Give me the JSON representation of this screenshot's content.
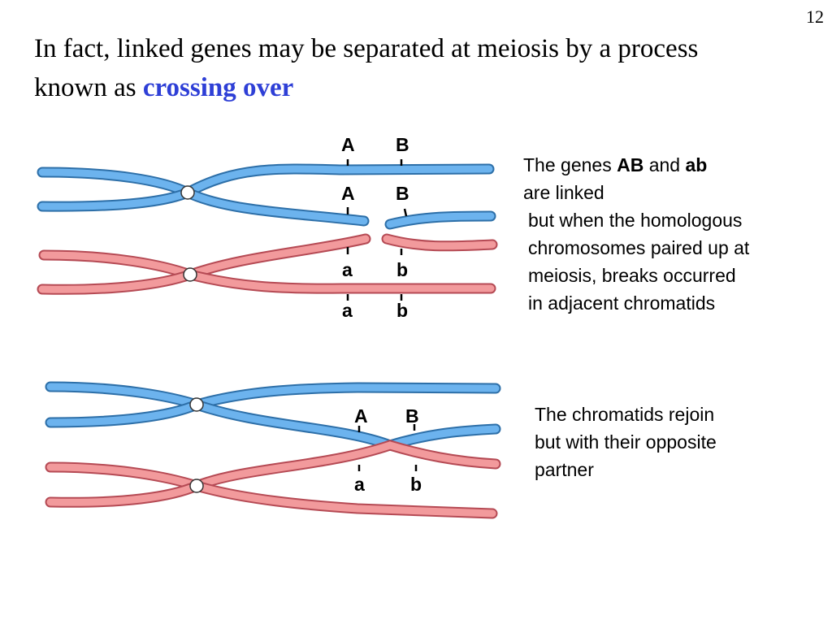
{
  "slide_number": "12",
  "title": {
    "text": "In fact, linked genes may be separated at meiosis by a process known as ",
    "emphasis": "crossing over",
    "emphasis_color": "#2e3fd6"
  },
  "colors": {
    "blue_chromatid": "#6cb3ee",
    "blue_outline": "#2d6fa8",
    "pink_chromatid": "#f29a9c",
    "pink_outline": "#b54a54"
  },
  "top_diagram": {
    "labels": {
      "upper_A": "A",
      "upper_B": "B",
      "lower_A": "A",
      "lower_B": "B",
      "upper_a": "a",
      "upper_b": "b",
      "lower_a": "a",
      "lower_b": "b"
    }
  },
  "bottom_diagram": {
    "labels": {
      "A": "A",
      "B": "B",
      "a": "a",
      "b": "b"
    }
  },
  "caption1": {
    "line1_prefix": "The genes ",
    "AB": "AB",
    "and": " and ",
    "ab": "ab",
    "line2": "are linked"
  },
  "caption1b": {
    "line1": "but when the homologous",
    "line2": "chromosomes paired up at",
    "line3": "meiosis, breaks occurred",
    "line4": "in adjacent chromatids"
  },
  "caption2": {
    "line1": "The chromatids rejoin",
    "line2": "but with their opposite",
    "line3": "partner"
  }
}
